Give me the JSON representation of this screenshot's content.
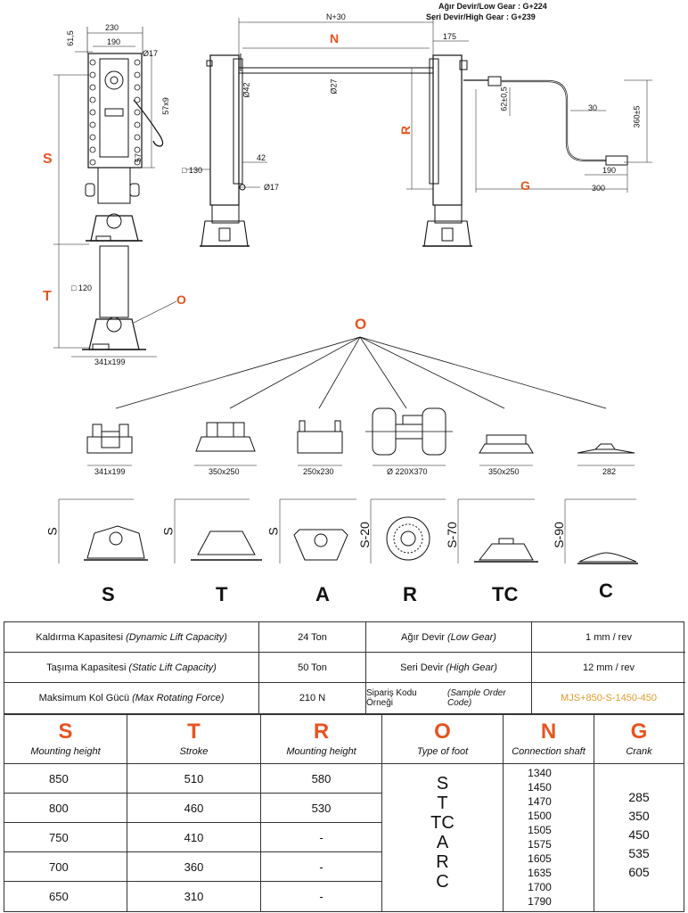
{
  "gear_notes": {
    "low": "Ağır Devir/Low Gear : G+224",
    "high": "Seri Devir/High Gear : G+239"
  },
  "dimensions": {
    "d230": "230",
    "d190a": "190",
    "d61_5": "61,5",
    "d17a": "Ø17",
    "d57x9": "57x9",
    "d57": "57",
    "S": "S",
    "T": "T",
    "sq120": "□ 120",
    "O": "O",
    "d341x199": "341x199",
    "n30": "N+30",
    "N": "N",
    "d42a": "Ø42",
    "d27": "Ø27",
    "sq130": "□ 130",
    "d42b": "42",
    "d17b": "Ø17",
    "R": "R",
    "d175": "175",
    "d62": "62±0,5",
    "d30": "30",
    "d360": "360±5",
    "d190b": "190",
    "G": "G",
    "d300": "300"
  },
  "feet_section": {
    "O_label": "O",
    "top_dims": [
      "341x199",
      "350x250",
      "250x230",
      "Ø 220X370",
      "350x250",
      "282"
    ],
    "side_dims": [
      "S",
      "S",
      "S",
      "S-20",
      "S-70",
      "S-90"
    ],
    "letters": [
      "S",
      "T",
      "A",
      "R",
      "TC",
      "C"
    ]
  },
  "spec_table": {
    "r1_label": "Kaldırma Kapasitesi",
    "r1_en": "(Dynamic Lift Capacity)",
    "r1_value": "24 Ton",
    "r1_label2": "Ağır Devir",
    "r1_en2": "(Low Gear)",
    "r1_value2": "1 mm / rev",
    "r2_label": "Taşıma Kapasitesi",
    "r2_en": "(Static Lift Capacity)",
    "r2_value": "50 Ton",
    "r2_label2": "Seri Devir",
    "r2_en2": "(High Gear)",
    "r2_value2": "12 mm / rev",
    "r3_label": "Maksimum Kol Gücü",
    "r3_en": "(Max Rotating Force)",
    "r3_value": "210 N",
    "r3_label2": "Sipariş Kodu Örneği",
    "r3_en2": "(Sample Order Code)",
    "r3_value2": "MJS+850-S-1450-450"
  },
  "main_table": {
    "headers": [
      {
        "letter": "S",
        "label": "Mounting height"
      },
      {
        "letter": "T",
        "label": "Stroke"
      },
      {
        "letter": "R",
        "label": "Mounting height"
      },
      {
        "letter": "O",
        "label": "Type of foot"
      },
      {
        "letter": "N",
        "label": "Connection shaft"
      },
      {
        "letter": "G",
        "label": "Crank"
      }
    ],
    "S": [
      "850",
      "800",
      "750",
      "700",
      "650"
    ],
    "T": [
      "510",
      "460",
      "410",
      "360",
      "310"
    ],
    "R": [
      "580",
      "530",
      "-",
      "-",
      "-"
    ],
    "O": [
      "S",
      "T",
      "TC",
      "A",
      "R",
      "C"
    ],
    "N": [
      "1340",
      "1450",
      "1470",
      "1500",
      "1505",
      "1575",
      "1605",
      "1635",
      "1700",
      "1790"
    ],
    "G": [
      "285",
      "350",
      "450",
      "535",
      "605"
    ]
  }
}
